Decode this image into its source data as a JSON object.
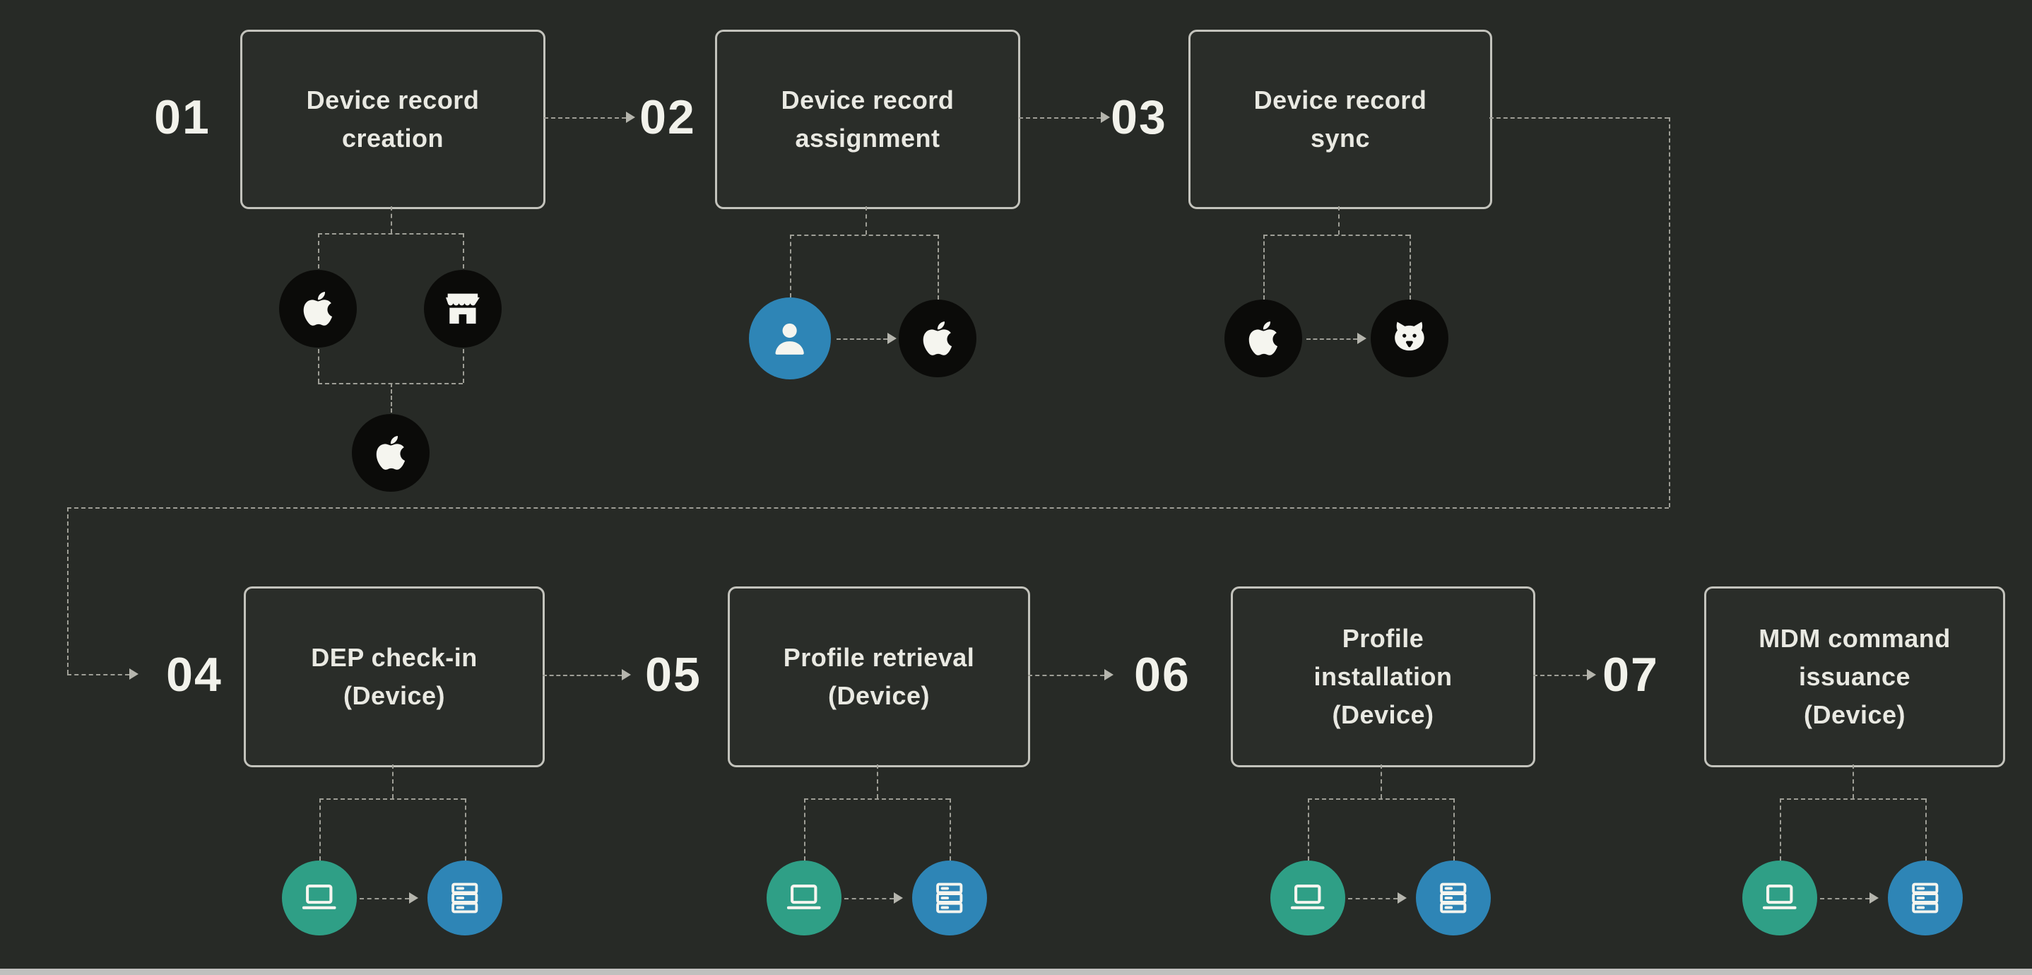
{
  "diagram": {
    "steps": [
      {
        "number": "01",
        "label": "Device record\ncreation",
        "icons_below": [
          "apple",
          "business",
          "apple"
        ]
      },
      {
        "number": "02",
        "label": "Device record\nassignment",
        "icons_below": [
          "user",
          "apple"
        ]
      },
      {
        "number": "03",
        "label": "Device record\nsync",
        "icons_below": [
          "apple",
          "dog"
        ]
      },
      {
        "number": "04",
        "label": "DEP check-in\n(Device)",
        "icons_below": [
          "laptop",
          "server"
        ]
      },
      {
        "number": "05",
        "label": "Profile retrieval\n(Device)",
        "icons_below": [
          "laptop",
          "server"
        ]
      },
      {
        "number": "06",
        "label": "Profile\ninstallation\n(Device)",
        "icons_below": [
          "laptop",
          "server"
        ]
      },
      {
        "number": "07",
        "label": "MDM command\nissuance\n(Device)",
        "icons_below": [
          "laptop",
          "server"
        ]
      }
    ],
    "icons": {
      "apple": "apple-logo-icon",
      "business": "storefront-building-icon",
      "user": "person-icon",
      "dog": "bulldog-icon",
      "laptop": "laptop-icon",
      "server": "server-stack-icon"
    },
    "colors": {
      "background": "#272a26",
      "box_border": "#c3c3bc",
      "text": "#e9e9e2",
      "line": "#9e9e96",
      "circle_dark": "#0b0b09",
      "circle_blue": "#2e85b6",
      "circle_teal": "#2f9f86"
    }
  }
}
